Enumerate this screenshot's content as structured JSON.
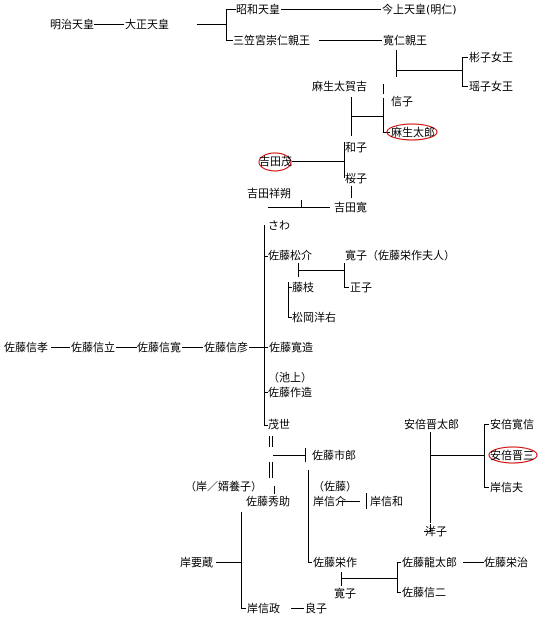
{
  "persons": {
    "meiji": "明治天皇",
    "taisho": "大正天皇",
    "showa": "昭和天皇",
    "kinjo": "今上天皇(明仁)",
    "mikasa": "三笠宮崇仁親王",
    "tomohito": "寛仁親王",
    "akiko": "彬子女王",
    "yoko": "瑶子女王",
    "aso_takakichi": "麻生太賀吉",
    "nobuko": "信子",
    "aso_taro": "麻生太郎",
    "kazuko": "和子",
    "yoshida_shigeru": "吉田茂",
    "sakurako": "桜子",
    "yoshida_shosaku": "吉田祥朔",
    "yoshida_hiroshi": "吉田寛",
    "sawa": "さわ",
    "sato_matsusuke": "佐藤松介",
    "hiroko": "寛子（佐藤栄作夫人）",
    "fujie": "藤枝",
    "masako": "正子",
    "matsuoka_yosuke": "松岡洋右",
    "sato_nobutaka": "佐藤信孝",
    "sato_nobutatsu": "佐藤信立",
    "sato_nobuhiro": "佐藤信寛",
    "sato_nobuhiko": "佐藤信彦",
    "sato_hirozo": "佐藤寛造",
    "ikegami": "（池上）",
    "sato_sakuzo": "佐藤作造",
    "moyo": "茂世",
    "sato_ichiro": "佐藤市郎",
    "abe_kantaro": "安倍晋太郎",
    "abe_hironobu": "安倍寛信",
    "abe_shinzo": "安倍晋三",
    "kishi_adopt": "（岸／婿養子）",
    "sato_hidesuke": "佐藤秀助",
    "sato_paren": "（佐藤）",
    "kishi_nobusuke": "岸信介",
    "kishi_nobukazu": "岸信和",
    "kishi_nobuo": "岸信夫",
    "yoko2": "洋子",
    "kishi_yozo": "岸要蔵",
    "sato_eisaku": "佐藤栄作",
    "sato_ryutaro": "佐藤龍太郎",
    "sato_eiji": "佐藤栄治",
    "hiroko2": "寛子",
    "sato_shinji": "佐藤信二",
    "kishi_nobumasa": "岸信政",
    "yoshiko": "良子"
  },
  "colors": {
    "text": "#000000",
    "line": "#000000",
    "highlight": "#d00000",
    "background": "#ffffff"
  }
}
